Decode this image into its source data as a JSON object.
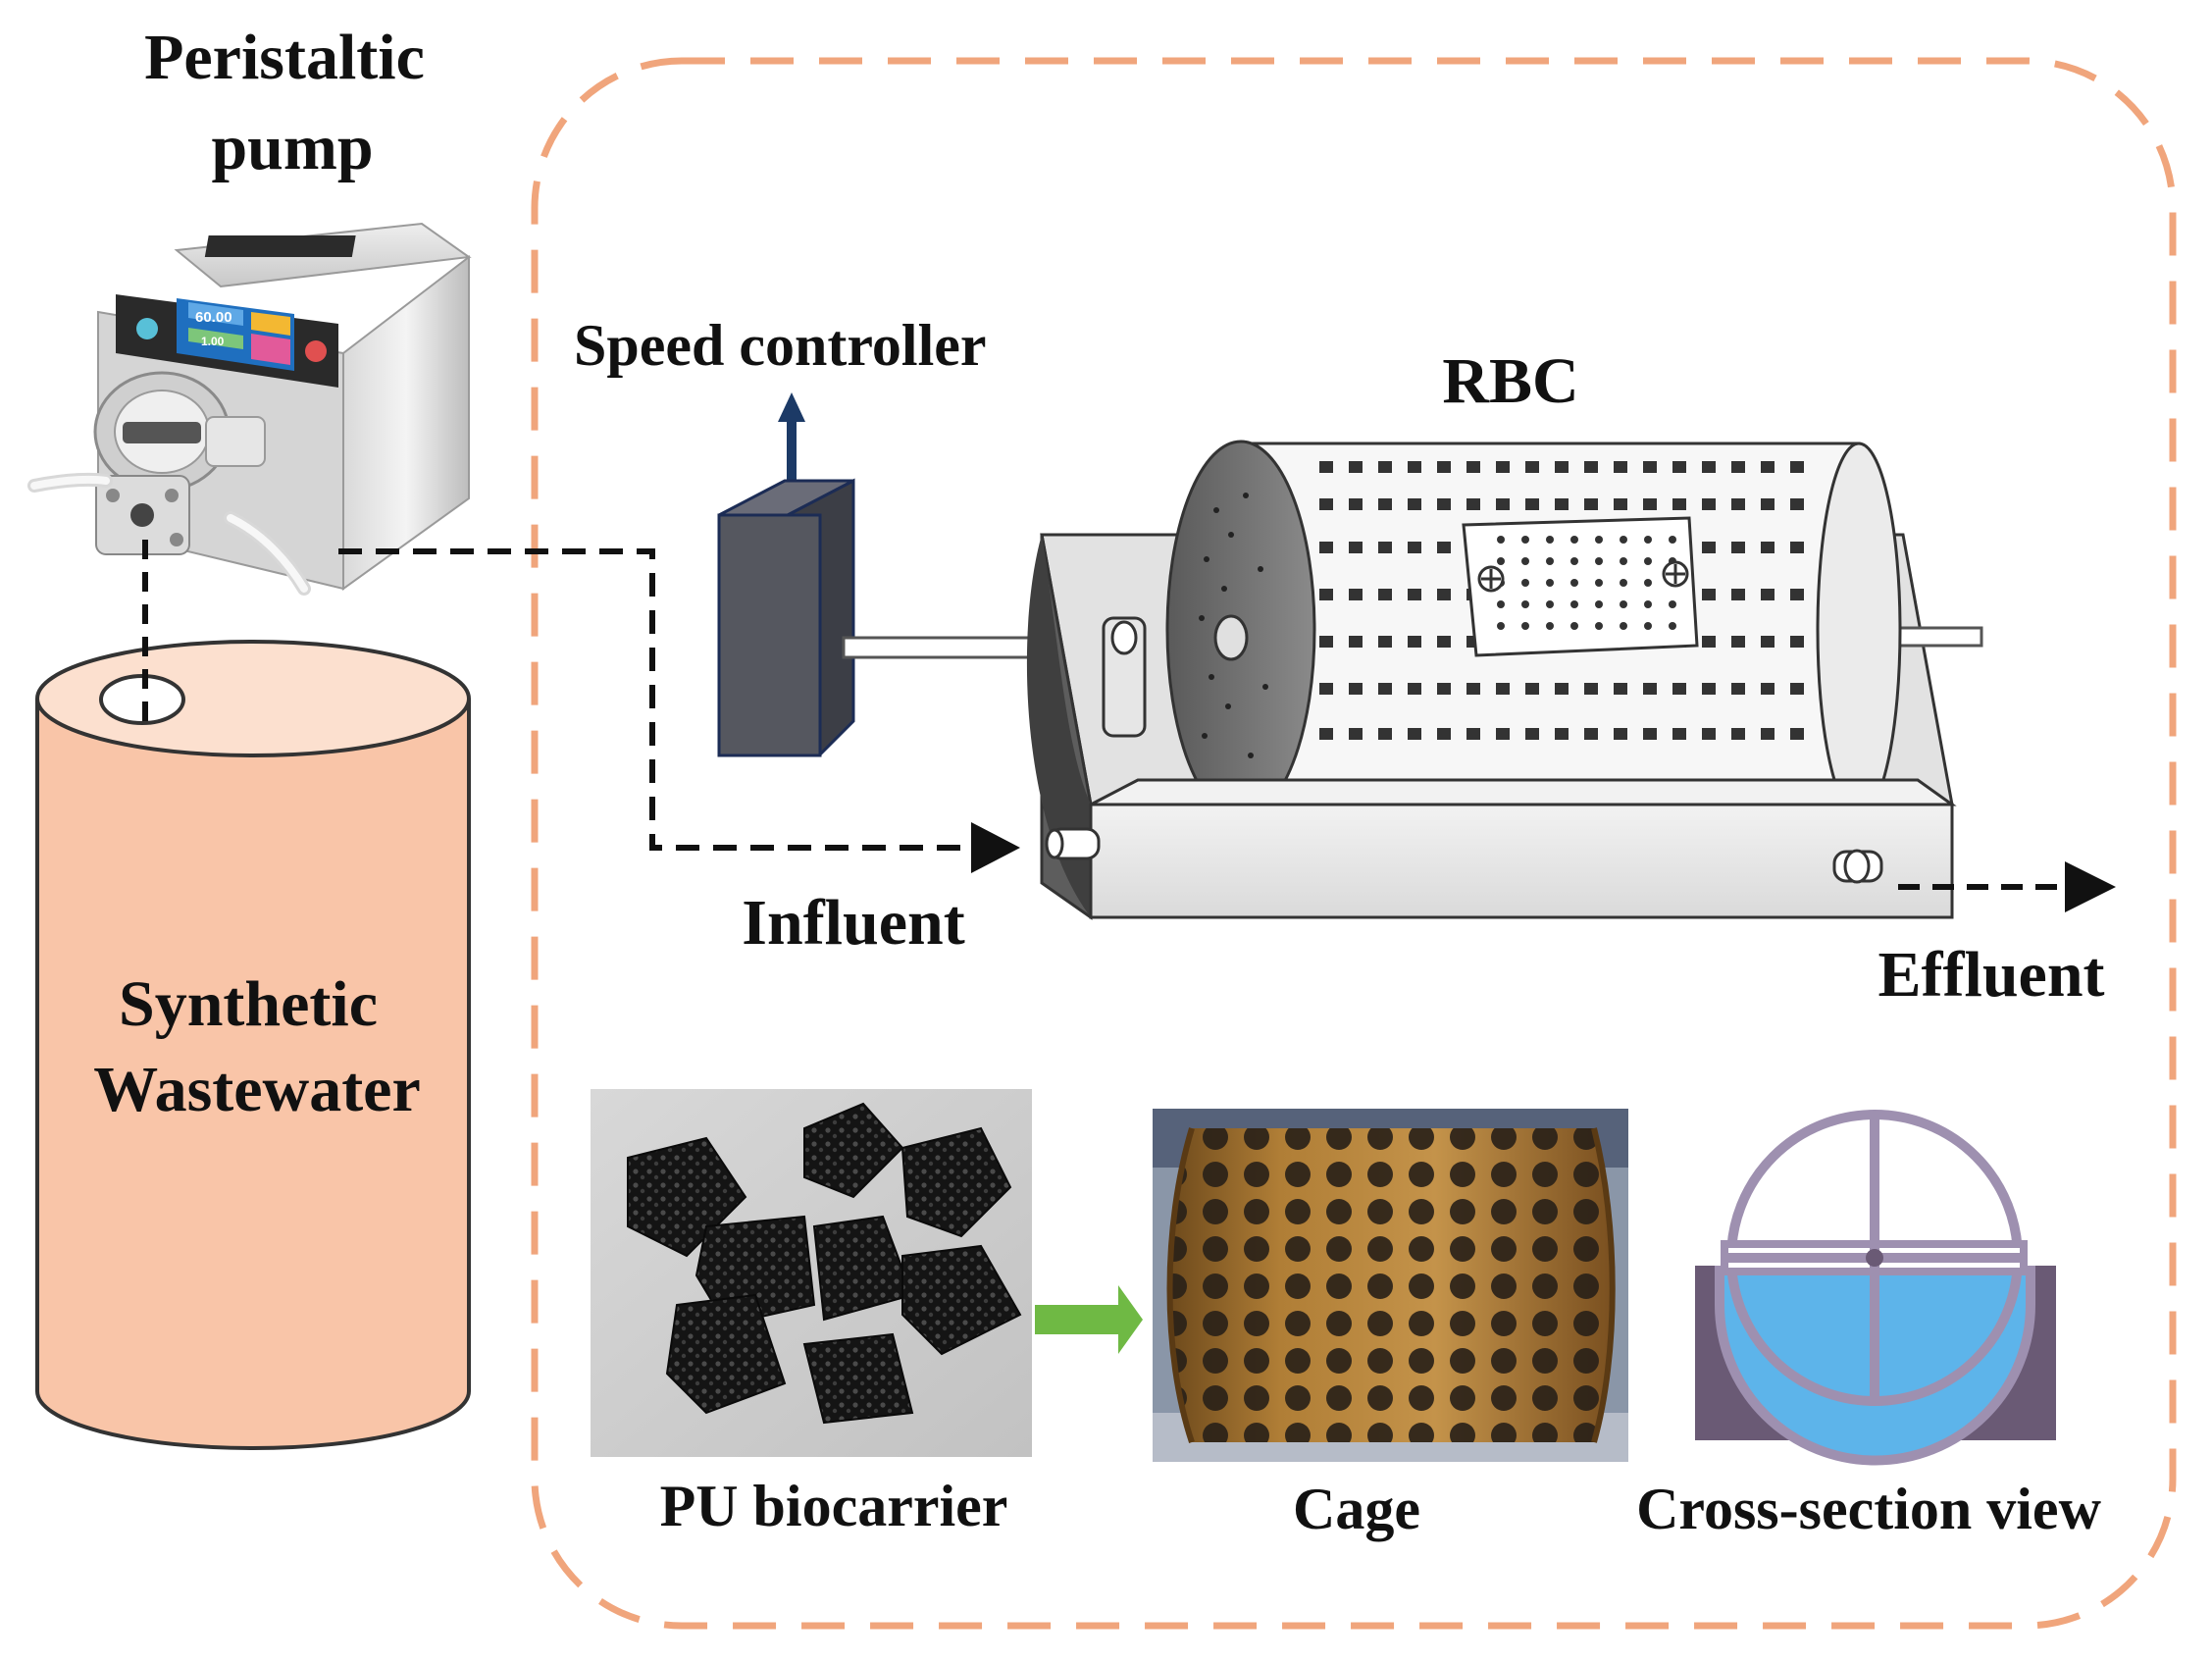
{
  "labels": {
    "pump_line1": "Peristaltic",
    "pump_line2": "pump",
    "speed_controller": "Speed controller",
    "rbc": "RBC",
    "influent": "Influent",
    "effluent": "Effluent",
    "tank_line1": "Synthetic",
    "tank_line2": "Wastewater",
    "pu_biocarrier": "PU biocarrier",
    "cage": "Cage",
    "cross_section": "Cross-section view"
  },
  "pump_display": {
    "flow_value": "60.00",
    "secondary_value": "1.00"
  },
  "colors": {
    "boundary_dash": "#f0a57c",
    "tank_fill": "#f9c5a8",
    "flow_line": "#111111",
    "shaft_arrow": "#1c3a66",
    "controller_box": "#4a4c55",
    "green_arrow": "#6fb944",
    "cross_section_ring": "#9e90b0",
    "cross_section_water": "#5db4ea",
    "cross_section_tank": "#6a5a75",
    "cage_color": "#a8762e"
  },
  "icons": {
    "pump": "peristaltic-pump-icon",
    "tank": "cylinder-tank-icon",
    "controller": "speed-controller-box-icon",
    "rbc": "rotating-drum-reactor-icon",
    "biocarrier": "foam-cube-icon",
    "cage": "perforated-cage-icon",
    "cross_section": "cross-section-icon"
  }
}
